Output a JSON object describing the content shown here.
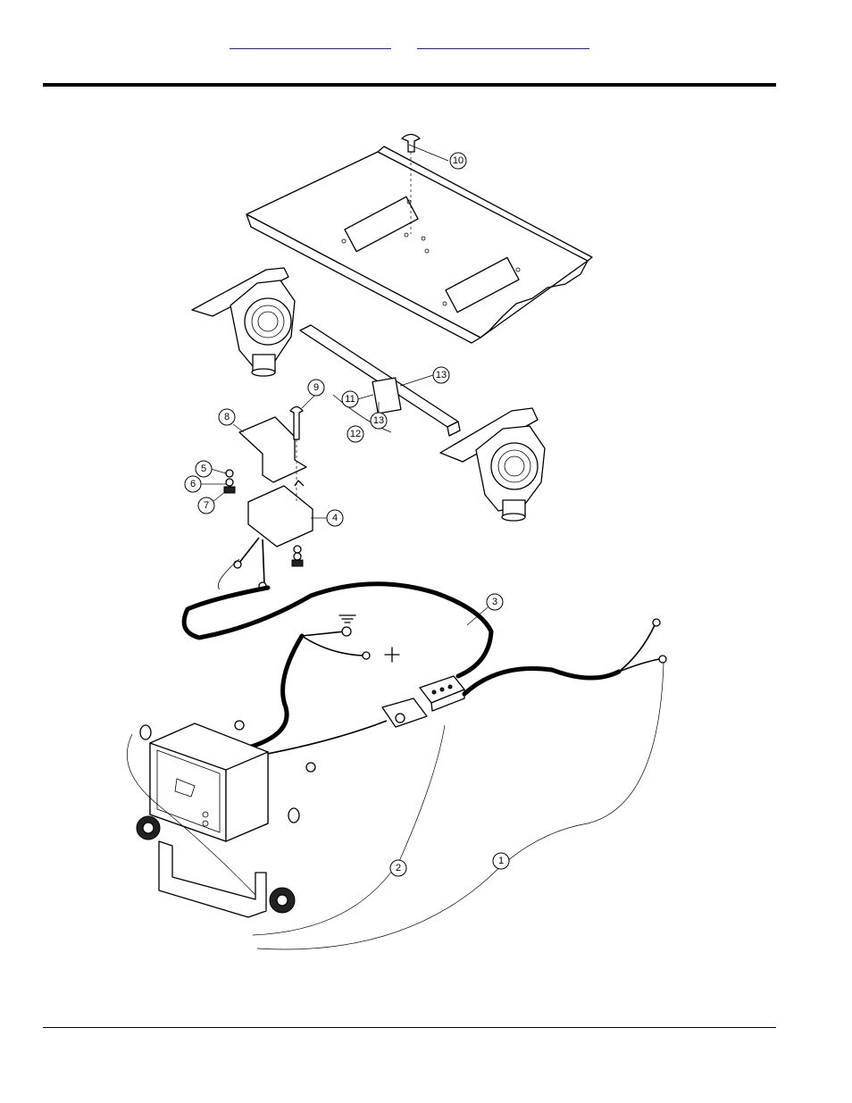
{
  "navigation": {
    "prev_link": "",
    "next_link": ""
  },
  "callouts": [
    "1",
    "2",
    "3",
    "4",
    "5",
    "6",
    "7",
    "8",
    "9",
    "10",
    "11",
    "12",
    "13",
    "13"
  ],
  "symbols": {
    "ground": "ground-symbol",
    "positive": "plus-symbol"
  }
}
